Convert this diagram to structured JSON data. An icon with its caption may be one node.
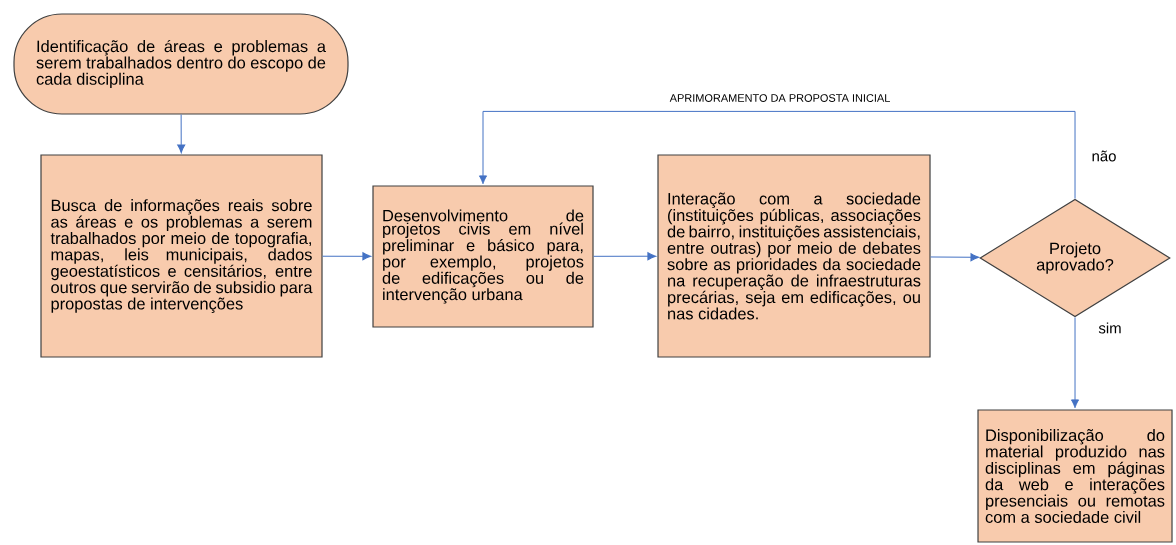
{
  "diagram": {
    "nodes": [
      {
        "text": [
          "Identificação de áreas e problemas a serem trabalhados dentro do escopo de cada disciplina"
        ]
      },
      {
        "text": [
          "Busca de informações reais sobre as áreas e os problemas a serem trabalhados por meio de topografia, mapas, leis municipais, dados geoestatísticos e censitários, entre outros que servirão de subsidio para propostas de intervenções"
        ]
      },
      {
        "text": [
          "Desenvolvimento de projetos civis em nível preliminar e básico para, por exemplo, projetos de edificações ou de intervenção urbana"
        ]
      },
      {
        "text": [
          "Interação com a sociedade (instituições públicas, associações de bairro, instituições assistenciais, entre outras) por meio de debates sobre as prioridades da sociedade na recuperação de infraestruturas precárias, seja em edificações, ou nas cidades."
        ]
      },
      {
        "text": [
          "Projeto aprovado?"
        ]
      },
      {
        "text": [
          "Disponibilização do material produzido nas disciplinas em páginas da web e interações presenciais ou remotas com a sociedade civil"
        ]
      }
    ],
    "edges": [
      {
        "from": 0,
        "to": 1,
        "arrow": "to"
      },
      {
        "from": 1,
        "to": 2,
        "arrow": "to"
      },
      {
        "from": 2,
        "to": 3,
        "arrow": "to"
      },
      {
        "from": 3,
        "to": 4,
        "arrow": "to"
      },
      {
        "from": 4,
        "to": 2,
        "arrow": "to",
        "label": "não"
      },
      {
        "from": 4,
        "to": 5,
        "arrow": "to",
        "label": "sim"
      }
    ],
    "labels": [
      "APRIMORAMENTO DA PROPOSTA INICIAL"
    ]
  }
}
